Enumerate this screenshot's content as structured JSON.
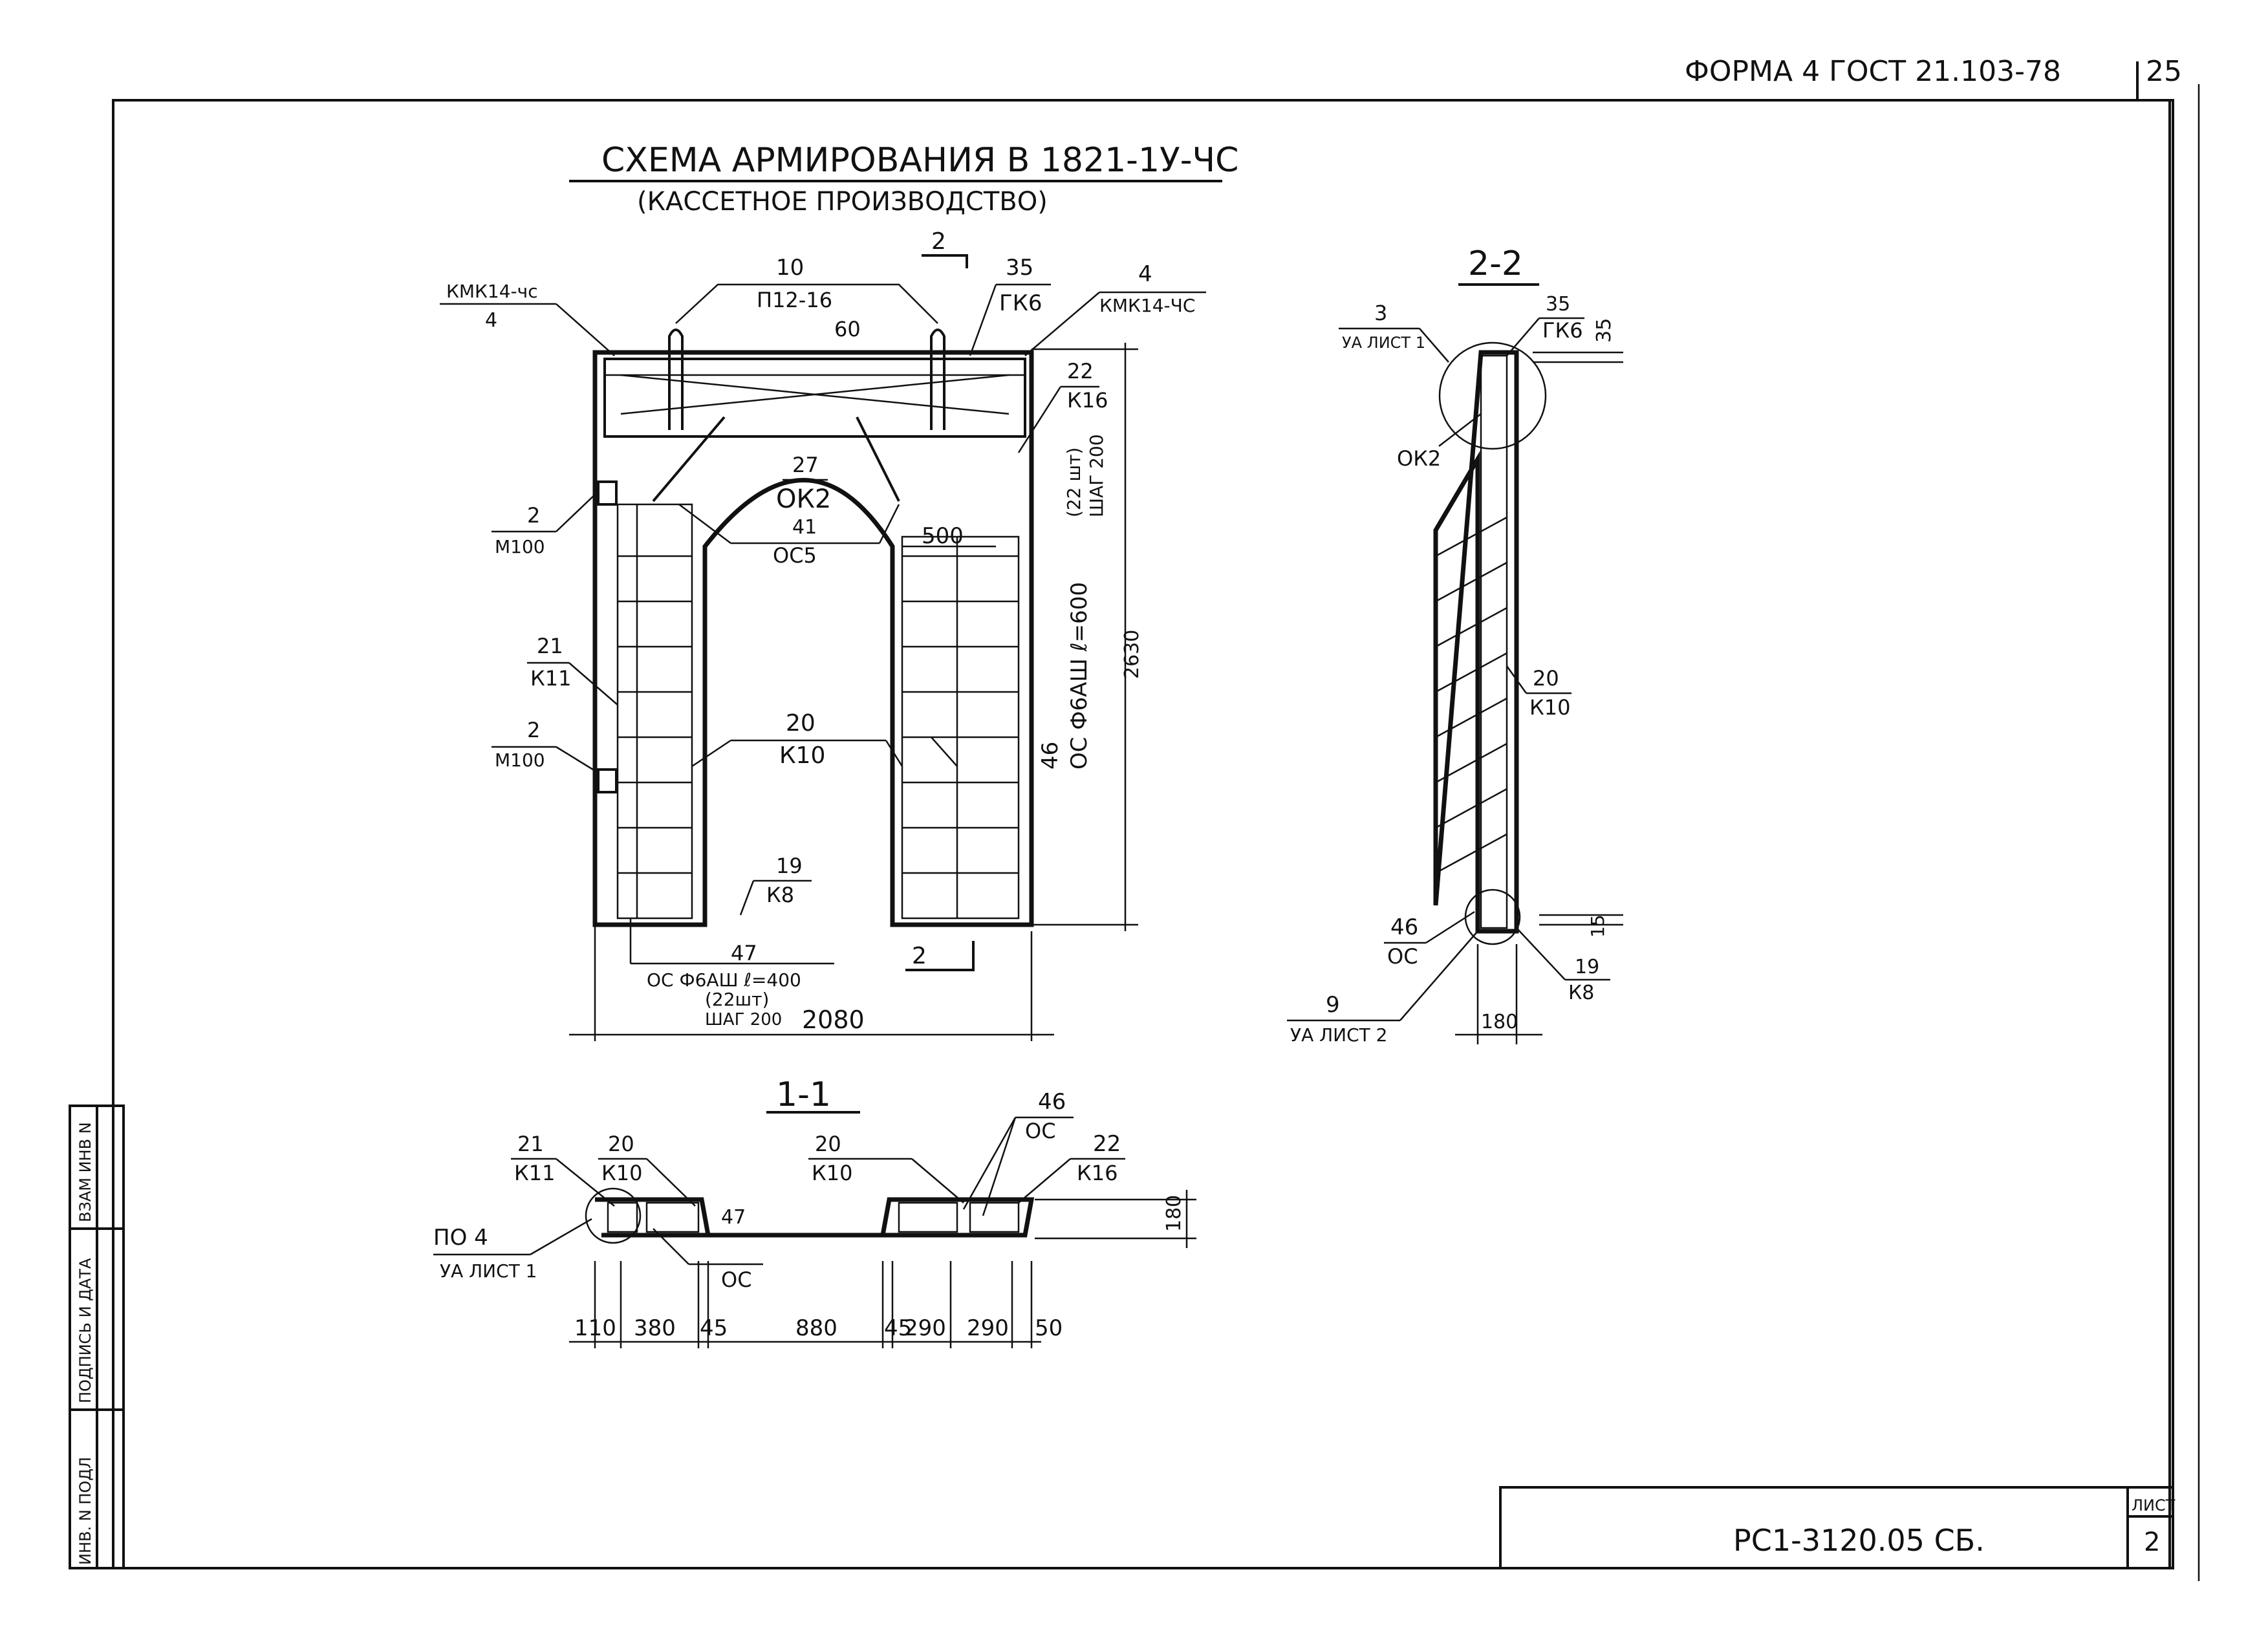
{
  "header": {
    "form_text": "ФОРМА 4 ГОСТ 21.103-78",
    "page_number": "25"
  },
  "drawing": {
    "title": "СХЕМА АРМИРОВАНИЯ В 1821-1У-ЧС",
    "subtitle": "(КАССЕТНОЕ ПРОИЗВОДСТВО)",
    "main_view": {
      "labels": [
        {
          "num": "10",
          "mark": "П12-16"
        },
        {
          "num": "35",
          "mark": "ГК6"
        },
        {
          "num": "4",
          "mark": "КМК14-ЧС"
        },
        {
          "num": "КМК14-чс",
          "mark": "4"
        },
        {
          "num": "22",
          "mark": "К16"
        },
        {
          "num": "27",
          "mark": "ОК2"
        },
        {
          "num": "41",
          "mark": "ОС5"
        },
        {
          "num": "2",
          "mark": "М100"
        },
        {
          "num": "21",
          "mark": "К11"
        },
        {
          "num": "2",
          "mark": "М100"
        },
        {
          "num": "20",
          "mark": "К10"
        },
        {
          "num": "19",
          "mark": "К8"
        }
      ],
      "dim_60": "60",
      "dim_500": "500",
      "dim_2630": "2630",
      "rebar_46": [
        "46",
        "ОС Ф6АШ ℓ=600",
        "(22 шт)",
        "ШАГ 200"
      ],
      "rebar_47": [
        "47",
        "ОС Ф6АШ ℓ=400",
        "(22шт)",
        "ШАГ 200"
      ],
      "dim_2080": "2080",
      "section_mark": "2"
    },
    "section_1_1": {
      "title": "1-1",
      "labels": [
        {
          "num": "21",
          "mark": "К11"
        },
        {
          "num": "20",
          "mark": "К10"
        },
        {
          "num": "20",
          "mark": "К10"
        },
        {
          "num": "46",
          "mark": "ОС"
        },
        {
          "num": "22",
          "mark": "К16"
        },
        {
          "num": "47",
          "mark": "ОС"
        },
        {
          "num": "ПО 4",
          "mark": "УА ЛИСТ 1"
        }
      ],
      "dims": [
        "110",
        "380",
        "45",
        "880",
        "45",
        "290",
        "290",
        "50"
      ],
      "height": "180"
    },
    "section_2_2": {
      "title": "2-2",
      "labels": [
        {
          "num": "3",
          "mark": "УА ЛИСТ 1"
        },
        {
          "num": "35",
          "mark": "ГК6"
        },
        {
          "num": "ОК2",
          "mark": ""
        },
        {
          "num": "20",
          "mark": "К10"
        },
        {
          "num": "46",
          "mark": "ОС"
        },
        {
          "num": "19",
          "mark": "К8"
        },
        {
          "num": "9",
          "mark": "УА ЛИСТ 2"
        }
      ],
      "dim_35": "35",
      "dim_15": "15",
      "dim_180": "180"
    }
  },
  "side_stamp": [
    "ИНВ. N ПОДЛ",
    "ПОДПИСЬ И ДАТА",
    "ВЗАМ ИНВ N"
  ],
  "title_block": {
    "code": "РС1-3120.05 СБ.",
    "sheet_label": "ЛИСТ",
    "sheet_number": "2"
  }
}
